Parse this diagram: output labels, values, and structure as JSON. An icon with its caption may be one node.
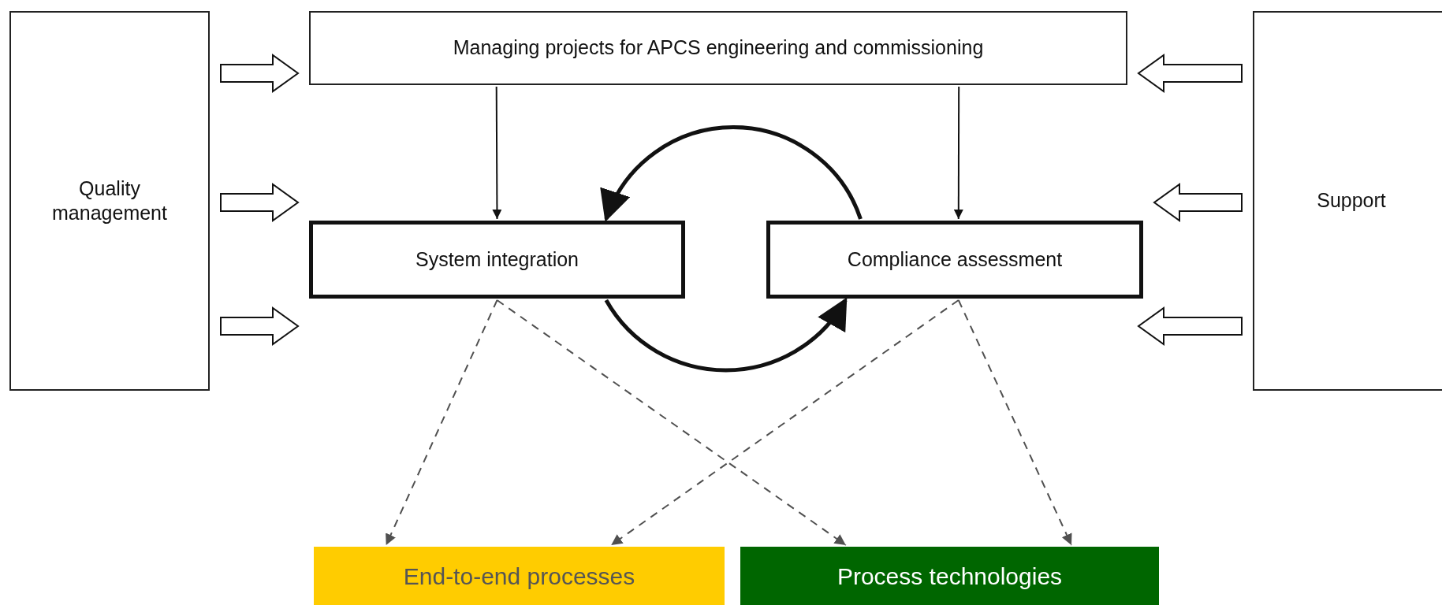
{
  "diagram": {
    "nodes": [
      {
        "text": [
          "Quality management"
        ]
      },
      {
        "text": [
          "Managing projects for APCS engineering and commissioning"
        ]
      },
      {
        "text": [
          "Support"
        ]
      },
      {
        "text": [
          "System integration"
        ]
      },
      {
        "text": [
          "Compliance assessment"
        ]
      },
      {
        "text": [
          "End-to-end processes"
        ]
      },
      {
        "text": [
          "Process technologies"
        ]
      }
    ],
    "edges": [
      {
        "from": 0,
        "to": 1,
        "arrow": "to",
        "style": "thick"
      },
      {
        "from": 0,
        "to": 3,
        "arrow": "to",
        "style": "thick"
      },
      {
        "from": 0,
        "to": null,
        "arrow": "to",
        "style": "thick"
      },
      {
        "from": 2,
        "to": 1,
        "arrow": "to",
        "style": "thick"
      },
      {
        "from": 2,
        "to": 4,
        "arrow": "to",
        "style": "thick"
      },
      {
        "from": 2,
        "to": null,
        "arrow": "to",
        "style": "thick"
      },
      {
        "from": 1,
        "to": 3,
        "arrow": "to"
      },
      {
        "from": 1,
        "to": 4,
        "arrow": "to"
      },
      {
        "from": 4,
        "to": 3,
        "arrow": "to",
        "style": "thick"
      },
      {
        "from": 3,
        "to": 4,
        "arrow": "to",
        "style": "thick"
      },
      {
        "from": 3,
        "to": 5,
        "arrow": "to",
        "style": "dashed",
        "color": "#505050"
      },
      {
        "from": 3,
        "to": 6,
        "arrow": "to",
        "style": "dashed",
        "color": "#505050"
      },
      {
        "from": 4,
        "to": 5,
        "arrow": "to",
        "style": "dashed",
        "color": "#505050"
      },
      {
        "from": 4,
        "to": 6,
        "arrow": "to",
        "style": "dashed",
        "color": "#505050"
      }
    ]
  }
}
